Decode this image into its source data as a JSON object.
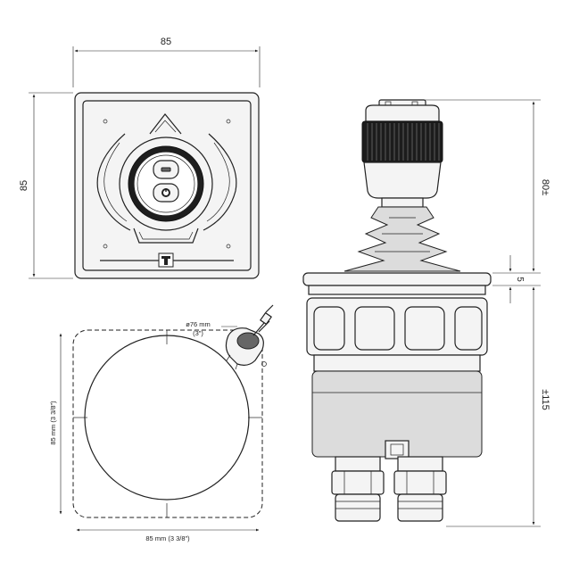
{
  "dimensions": {
    "top_width": "85",
    "left_height": "85",
    "right_top": "80±",
    "right_gap": "5",
    "right_bottom": "±115",
    "cutout_diameter": "ø76 mm",
    "cutout_diameter_inch": "(3\")",
    "cutout_width": "85 mm (3 3/8\")",
    "cutout_height": "85 mm (3 3/8\")"
  },
  "colors": {
    "line": "#222222",
    "dark_fill": "#1e1e1e",
    "background": "#ffffff"
  },
  "icons": [
    "power-icon",
    "brand-logo-icon"
  ]
}
